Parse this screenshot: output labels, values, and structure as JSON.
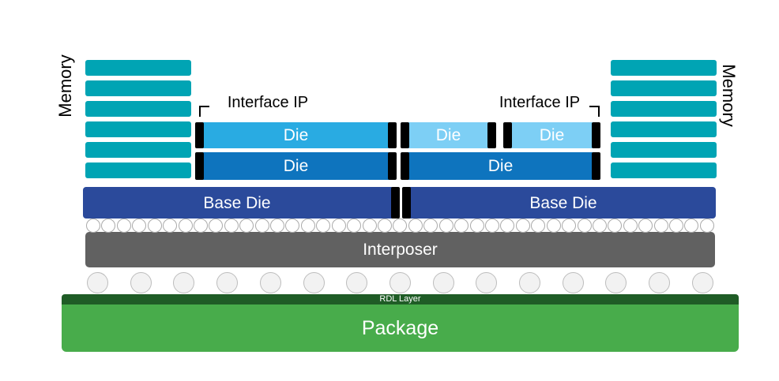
{
  "colors": {
    "teal": "#00A4B4",
    "die_bright_blue": "#29ABE2",
    "die_light_blue": "#7DCFF5",
    "die_mid_blue": "#0E74BE",
    "base_die_navy": "#2B4A9B",
    "interposer_gray": "#616161",
    "package_green": "#48AC4B",
    "rdl_dark_green": "#1F5C26",
    "interface_ip_black": "#000000",
    "bump_fill": "#F2F2F2",
    "bump_border": "#BDBDBD"
  },
  "labels": {
    "memory_left": "Memory",
    "memory_right": "Memory",
    "interface_ip_left": "Interface IP",
    "interface_ip_right": "Interface IP",
    "interposer": "Interposer",
    "rdl_layer": "RDL Layer",
    "package": "Package"
  },
  "memory": {
    "left_bar_count": 6,
    "right_bar_count": 6
  },
  "dies": {
    "top_left": {
      "label": "Die"
    },
    "top_right_1": {
      "label": "Die"
    },
    "top_right_2": {
      "label": "Die"
    },
    "mid_left": {
      "label": "Die"
    },
    "mid_right": {
      "label": "Die"
    },
    "base_left": {
      "label": "Base Die"
    },
    "base_right": {
      "label": "Base Die"
    }
  },
  "bumps": {
    "microbump_count": 41,
    "c4_bump_count": 15
  }
}
